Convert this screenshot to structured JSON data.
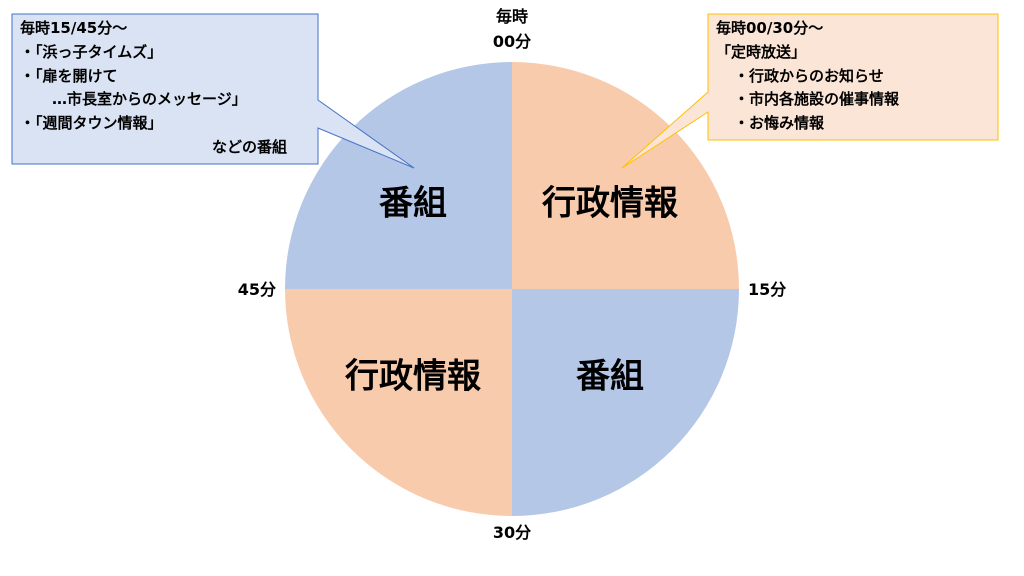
{
  "colors": {
    "blue_fill": "#b4c7e7",
    "orange_fill": "#f8cbad",
    "left_callout_bg": "#dae3f3",
    "left_callout_border": "#4472c4",
    "right_callout_bg": "#fbe5d6",
    "right_callout_border": "#ffc000"
  },
  "sectors": [
    {
      "id": "top-right",
      "label": "行政情報",
      "color": "orange"
    },
    {
      "id": "bottom-right",
      "label": "番組",
      "color": "blue"
    },
    {
      "id": "bottom-left",
      "label": "行政情報",
      "color": "orange"
    },
    {
      "id": "top-left",
      "label": "番組",
      "color": "blue"
    }
  ],
  "clock_labels": {
    "top": [
      "毎時",
      "00分"
    ],
    "right": "15分",
    "bottom": "30分",
    "left": "45分"
  },
  "callouts": {
    "left": {
      "lines": [
        "毎時15/45分～",
        "・「浜っ子タイムズ」",
        "・「扉を開けて",
        "…市長室からのメッセージ」",
        "・「週間タウン情報」",
        "などの番組"
      ]
    },
    "right": {
      "lines": [
        "毎時00/30分～",
        "「定時放送」",
        "・行政からのお知らせ",
        "・市内各施設の催事情報",
        "・お悔み情報"
      ]
    }
  }
}
